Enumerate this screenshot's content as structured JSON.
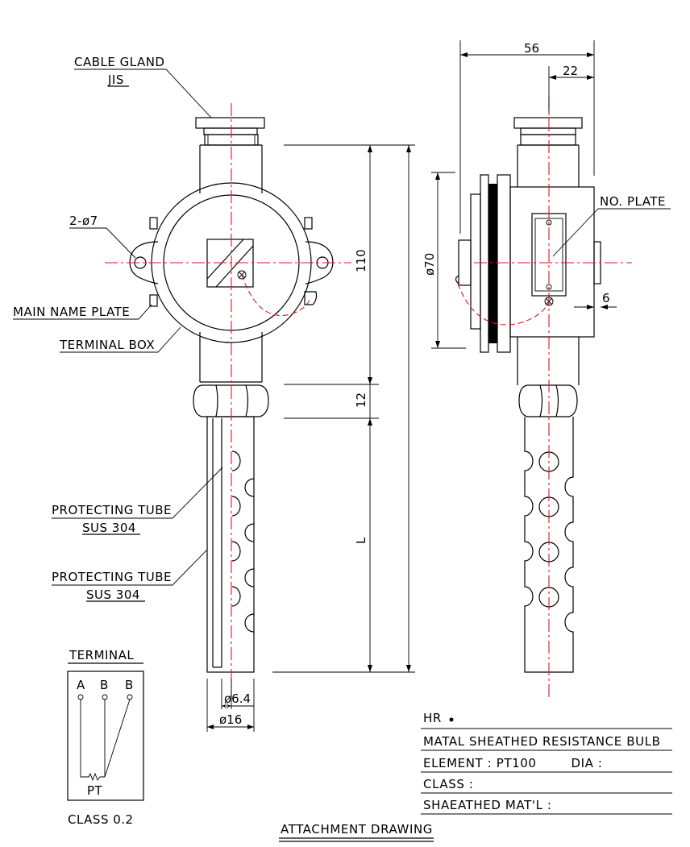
{
  "callouts": {
    "cable_gland": [
      "CABLE GLAND",
      "JIS"
    ],
    "holes": "2-ø7",
    "main_name_plate": "MAIN NAME PLATE",
    "terminal_box": "TERMINAL BOX",
    "protecting_tube_1": [
      "PROTECTING TUBE",
      "SUS 304"
    ],
    "protecting_tube_2": [
      "PROTECTING TUBE",
      "SUS 304"
    ],
    "no_plate": "NO. PLATE"
  },
  "dimensions": {
    "width_56": "56",
    "width_22": "22",
    "height_110": "110",
    "height_12": "12",
    "length_L": "L",
    "dia_70": "ø70",
    "thickness_6": "6",
    "dia_6_4": "ø6.4",
    "dia_16": "ø16"
  },
  "terminal": {
    "heading": "TERMINAL",
    "pins": [
      "A",
      "B",
      "B"
    ],
    "element": "PT",
    "class": "CLASS 0.2"
  },
  "title_block": {
    "code": "HR",
    "rows": [
      "MATAL SHEATHED RESISTANCE BULB",
      "ELEMENT : PT100        DIA :",
      "CLASS :",
      "SHAEATHED MAT'L :"
    ],
    "caption": "ATTACHMENT DRAWING"
  }
}
